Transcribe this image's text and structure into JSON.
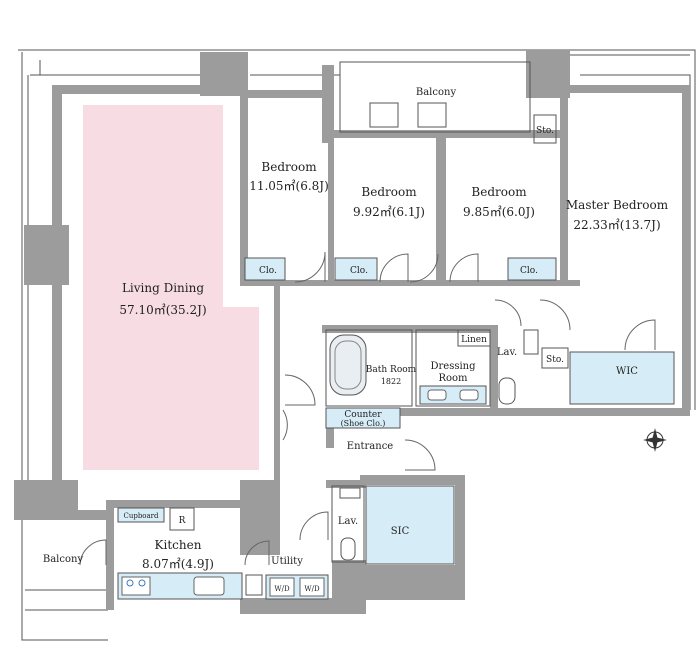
{
  "colors": {
    "wall": "#9c9c9c",
    "living_highlight": "#f8dce4",
    "fixture": "#d6ecf6",
    "outline": "#555555"
  },
  "rooms": {
    "living_dining": {
      "name": "Living Dining",
      "area": "57.10㎡(35.2J)"
    },
    "bedroom1": {
      "name": "Bedroom",
      "area": "11.05㎡(6.8J)"
    },
    "bedroom2": {
      "name": "Bedroom",
      "area": "9.92㎡(6.1J)"
    },
    "bedroom3": {
      "name": "Bedroom",
      "area": "9.85㎡(6.0J)"
    },
    "master": {
      "name": "Master Bedroom",
      "area": "22.33㎡(13.7J)"
    },
    "kitchen": {
      "name": "Kitchen",
      "area": "8.07㎡(4.9J)"
    },
    "bath": {
      "name": "Bath Room",
      "size": "1822"
    },
    "dressing": {
      "line1": "Dressing",
      "line2": "Room"
    },
    "counter": {
      "line1": "Counter",
      "line2": "(Shoe Clo.)"
    }
  },
  "labels": {
    "balcony_top": "Balcony",
    "balcony_left": "Balcony",
    "sto1": "Sto.",
    "sto2": "Sto.",
    "clo1": "Clo.",
    "clo2": "Clo.",
    "clo3": "Clo.",
    "linen": "Linen",
    "lav1": "Lav.",
    "lav2": "Lav.",
    "wic": "WIC",
    "entrance": "Entrance",
    "sic": "SIC",
    "utility": "Utility",
    "wd1": "W/D",
    "wd2": "W/D",
    "cupboard": "Cupboard",
    "fridge": "R"
  },
  "compass_icon": "compass-icon"
}
